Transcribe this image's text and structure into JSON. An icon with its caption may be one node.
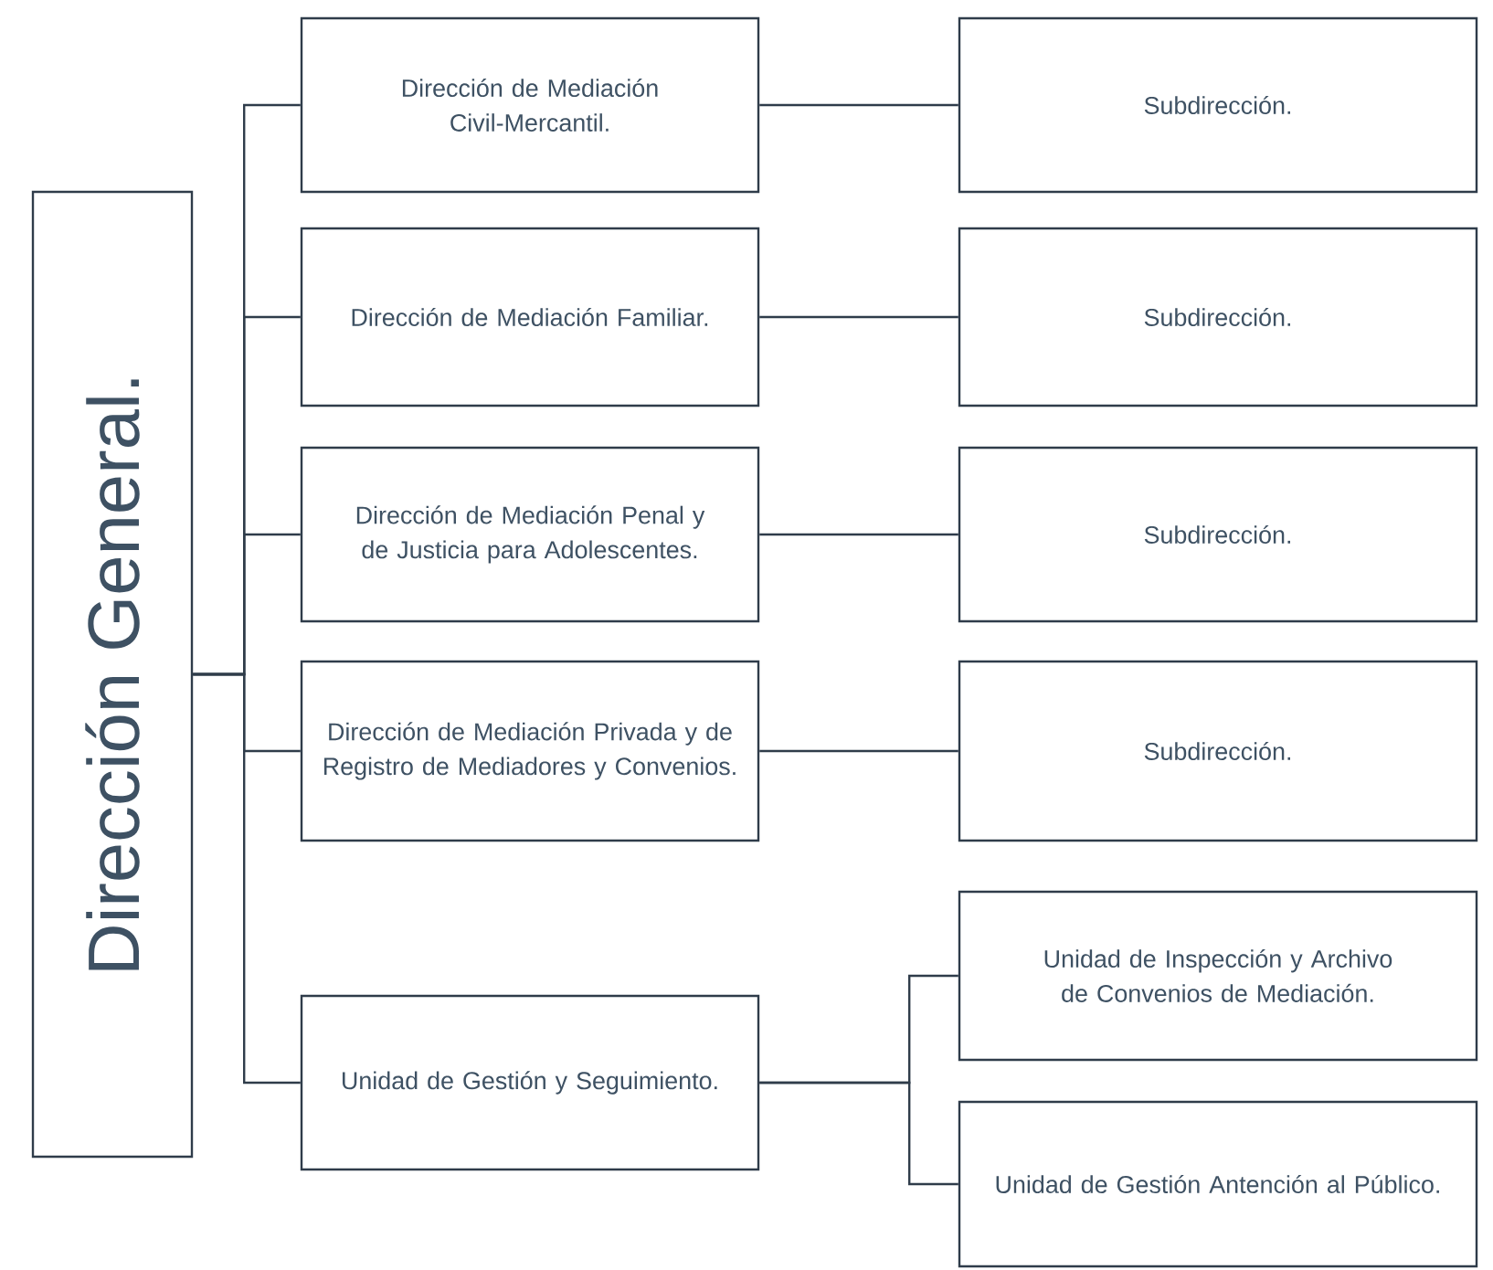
{
  "diagram": {
    "nodes": [
      {
        "text": [
          "Dirección General."
        ]
      },
      {
        "text": [
          "Dirección de Mediación Civil-Mercantil."
        ]
      },
      {
        "text": [
          "Subdirección."
        ]
      },
      {
        "text": [
          "Dirección de Mediación Familiar."
        ]
      },
      {
        "text": [
          "Subdirección."
        ]
      },
      {
        "text": [
          "Dirección de Mediación Penal y de Justicia para Adolescentes."
        ]
      },
      {
        "text": [
          "Subdirección."
        ]
      },
      {
        "text": [
          "Dirección de Mediación Privada y de Registro de Mediadores y Convenios."
        ]
      },
      {
        "text": [
          "Subdirección."
        ]
      },
      {
        "text": [
          "Unidad de Gestión y Seguimiento."
        ]
      },
      {
        "text": [
          "Unidad de Inspección y Archivo de Convenios de Mediación."
        ]
      },
      {
        "text": [
          "Unidad de Gestión Antención al Público."
        ]
      }
    ],
    "edges": [
      {
        "from": 0,
        "to": 1,
        "arrow": "none"
      },
      {
        "from": 0,
        "to": 3,
        "arrow": "none"
      },
      {
        "from": 0,
        "to": 5,
        "arrow": "none"
      },
      {
        "from": 0,
        "to": 7,
        "arrow": "none"
      },
      {
        "from": 0,
        "to": 9,
        "arrow": "none"
      },
      {
        "from": 1,
        "to": 2,
        "arrow": "none"
      },
      {
        "from": 3,
        "to": 4,
        "arrow": "none"
      },
      {
        "from": 5,
        "to": 6,
        "arrow": "none"
      },
      {
        "from": 7,
        "to": 8,
        "arrow": "none"
      },
      {
        "from": 9,
        "to": 10,
        "arrow": "none"
      },
      {
        "from": 9,
        "to": 11,
        "arrow": "none"
      }
    ]
  }
}
